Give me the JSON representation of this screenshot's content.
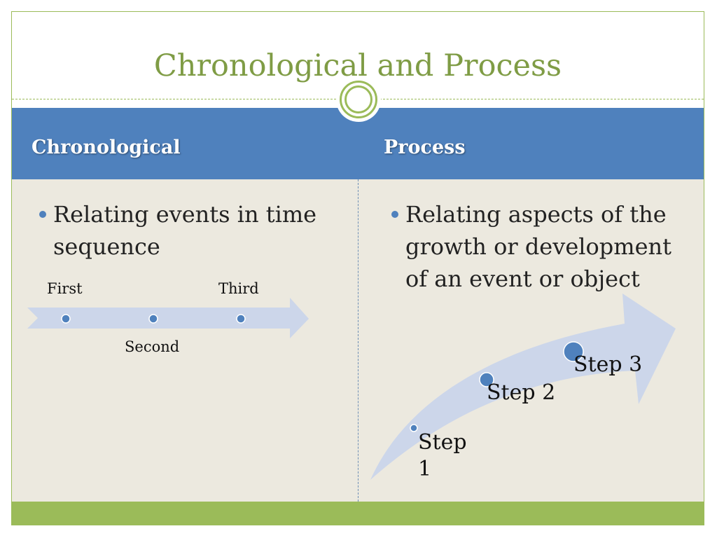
{
  "slide": {
    "title": "Chronological and Process",
    "columns": [
      {
        "heading": "Chronological",
        "bullet": "Relating events in time sequence"
      },
      {
        "heading": "Process",
        "bullet": "Relating aspects of the growth or development of an event or object"
      }
    ]
  },
  "timeline": {
    "labels": {
      "first": "First",
      "second": "Second",
      "third": "Third"
    }
  },
  "process_steps": [
    {
      "label": "Step 1",
      "line1": "Step",
      "line2": "1"
    },
    {
      "label": "Step 2"
    },
    {
      "label": "Step 3"
    }
  ],
  "colors": {
    "accent_green": "#9bbb59",
    "title_green": "#7f9c45",
    "header_blue": "#4f81bd",
    "content_bg": "#ece9df",
    "arrow_fill": "#ccd6ea"
  }
}
